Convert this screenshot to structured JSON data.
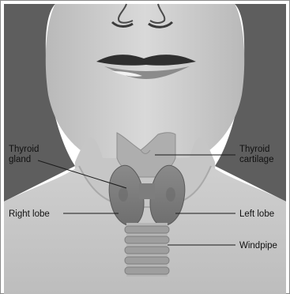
{
  "diagram": {
    "labels": {
      "thyroid_gland": [
        "Thyroid",
        "gland"
      ],
      "thyroid_cartilage": [
        "Thyroid",
        "cartilage"
      ],
      "right_lobe": "Right lobe",
      "left_lobe": "Left lobe",
      "windpipe": "Windpipe"
    }
  }
}
